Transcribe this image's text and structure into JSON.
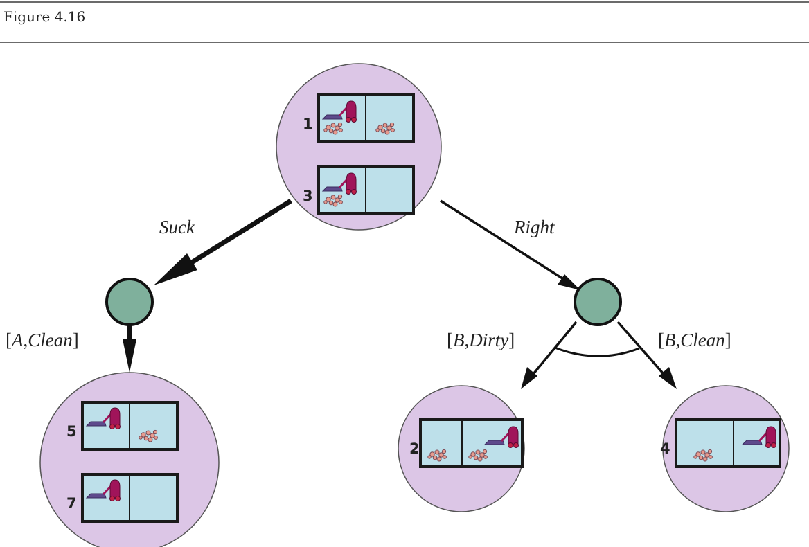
{
  "figure": {
    "title": "Figure 4.16"
  },
  "colors": {
    "state_node_fill": "#dcc6e6",
    "state_node_stroke": "#555555",
    "chance_node_fill": "#7fb09c",
    "room_fill": "#bde0ea",
    "vacuum_body": "#a0145a",
    "vacuum_head": "#5e4a8c",
    "dirt": "#e79b8e",
    "edge": "#111111"
  },
  "icons": {
    "vacuum": "vacuum-cleaner-icon",
    "dirt": "dirt-icon"
  },
  "nodes": {
    "root": {
      "type": "state-set",
      "states": [
        {
          "label": "1",
          "vacuum_in": "A",
          "dirt_A": true,
          "dirt_B": true
        },
        {
          "label": "3",
          "vacuum_in": "A",
          "dirt_A": true,
          "dirt_B": false
        }
      ]
    },
    "left_result": {
      "type": "state-set",
      "states": [
        {
          "label": "5",
          "vacuum_in": "A",
          "dirt_A": false,
          "dirt_B": true
        },
        {
          "label": "7",
          "vacuum_in": "A",
          "dirt_A": false,
          "dirt_B": false
        }
      ]
    },
    "right_dirty": {
      "type": "state-set",
      "states": [
        {
          "label": "2",
          "vacuum_in": "B",
          "dirt_A": true,
          "dirt_B": true
        }
      ]
    },
    "right_clean": {
      "type": "state-set",
      "states": [
        {
          "label": "4",
          "vacuum_in": "B",
          "dirt_A": true,
          "dirt_B": false
        }
      ]
    }
  },
  "edges": {
    "suck": {
      "label": "Suck"
    },
    "right": {
      "label": "Right"
    },
    "a_clean": {
      "label": "[A,Clean]"
    },
    "b_dirty": {
      "label": "[B,Dirty]"
    },
    "b_clean": {
      "label": "[B,Clean]"
    }
  }
}
